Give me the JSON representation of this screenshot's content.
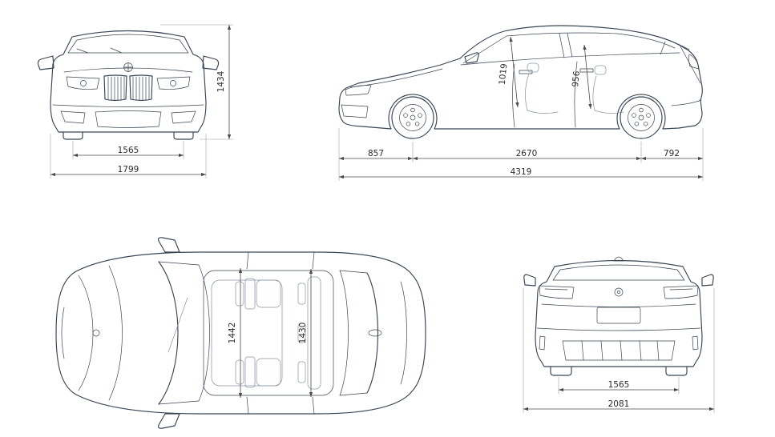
{
  "colors": {
    "background": "#ffffff",
    "line": "#3a4554",
    "dimension": "#4a4a4a"
  },
  "views": {
    "front": {
      "name": "front-view",
      "dims": {
        "overall_height": "1434",
        "track": "1565",
        "overall_width": "1799"
      }
    },
    "side": {
      "name": "side-view",
      "dims": {
        "front_interior_height": "1019",
        "rear_interior_height": "956",
        "front_overhang": "857",
        "wheelbase": "2670",
        "rear_overhang": "792",
        "overall_length": "4319"
      }
    },
    "top": {
      "name": "top-view",
      "dims": {
        "front_interior_width": "1442",
        "rear_interior_width": "1430"
      }
    },
    "rear": {
      "name": "rear-view",
      "dims": {
        "track": "1565",
        "width_incl_mirrors": "2081"
      }
    }
  }
}
